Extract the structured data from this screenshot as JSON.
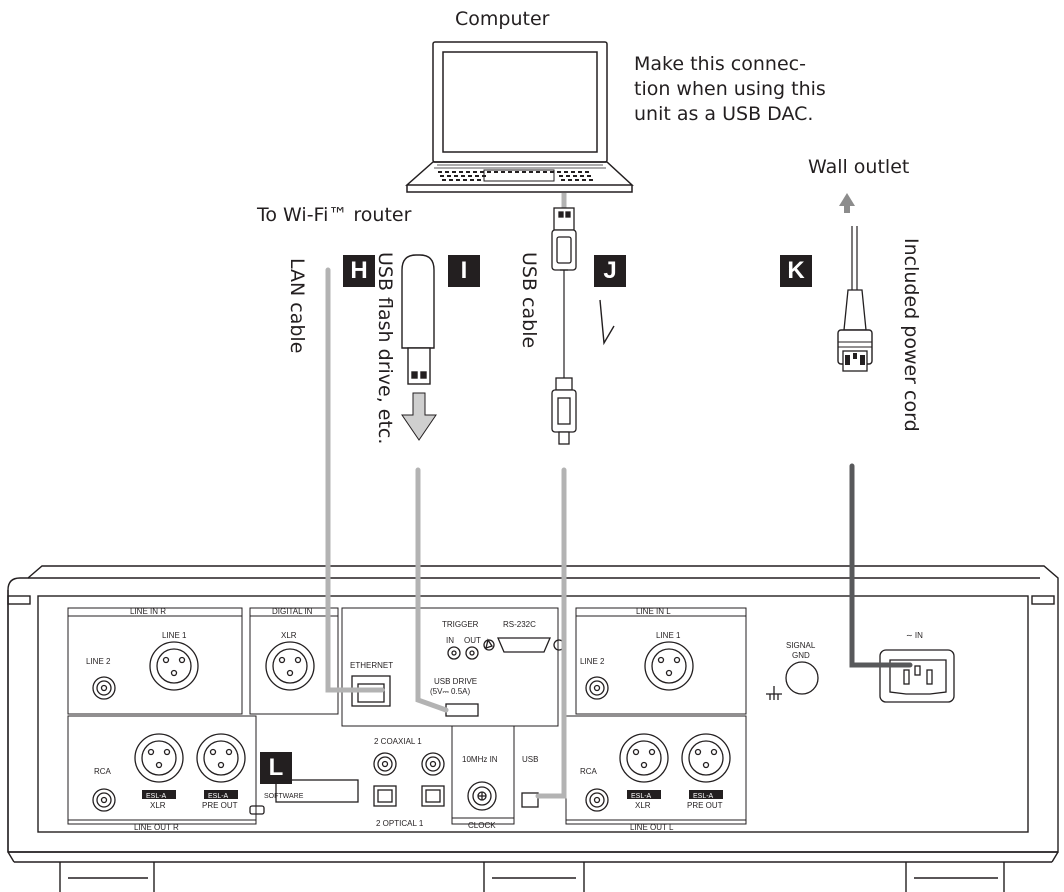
{
  "labels": {
    "computer": "Computer",
    "note": "Make this connec-tion when using this unit as a USB DAC.",
    "wall_outlet": "Wall outlet",
    "wifi_router": "To Wi-Fi™ router",
    "lan_cable": "LAN cable",
    "usb_flash": "USB flash drive, etc.",
    "usb_cable": "USB cable",
    "power_cord": "Included power cord"
  },
  "badges": {
    "h": "H",
    "i": "I",
    "j": "J",
    "k": "K",
    "l": "L"
  },
  "panel": {
    "line_in_r": "LINE IN  R",
    "digital_in": "DIGITAL IN",
    "line1_r": "LINE 1",
    "line2_r": "LINE 2",
    "xlr_digital": "XLR",
    "ethernet": "ETHERNET",
    "trigger": "TRIGGER",
    "trig_in": "IN",
    "trig_out": "OUT",
    "rs232c": "RS-232C",
    "usb_drive_1": "USB DRIVE",
    "usb_drive_2": "(5V⎓ 0.5A)",
    "line_in_l": "LINE IN  L",
    "line1_l": "LINE 1",
    "line2_l": "LINE 2",
    "signal_gnd_1": "SIGNAL",
    "signal_gnd_2": "GND",
    "ac_in": "∼ IN",
    "rca_r": "RCA",
    "esl_a_r1": "ESL-A",
    "xlr_r": "XLR",
    "esl_a_r2": "ESL-A",
    "pre_out_r": "PRE OUT",
    "software": "SOFTWARE",
    "line_out_r": "LINE OUT  R",
    "coaxial": "2  COAXIAL  1",
    "optical": "2  OPTICAL  1",
    "clock_in": "10MHz IN",
    "clock": "CLOCK",
    "usb": "USB",
    "rca_l": "RCA",
    "esl_a_l1": "ESL-A",
    "xlr_l": "XLR",
    "esl_a_l2": "ESL-A",
    "pre_out_l": "PRE OUT",
    "line_out_l": "LINE OUT  L"
  },
  "colors": {
    "cable_gray": "#b3b3b3",
    "power_cable": "#58595b",
    "ink": "#231f20"
  }
}
